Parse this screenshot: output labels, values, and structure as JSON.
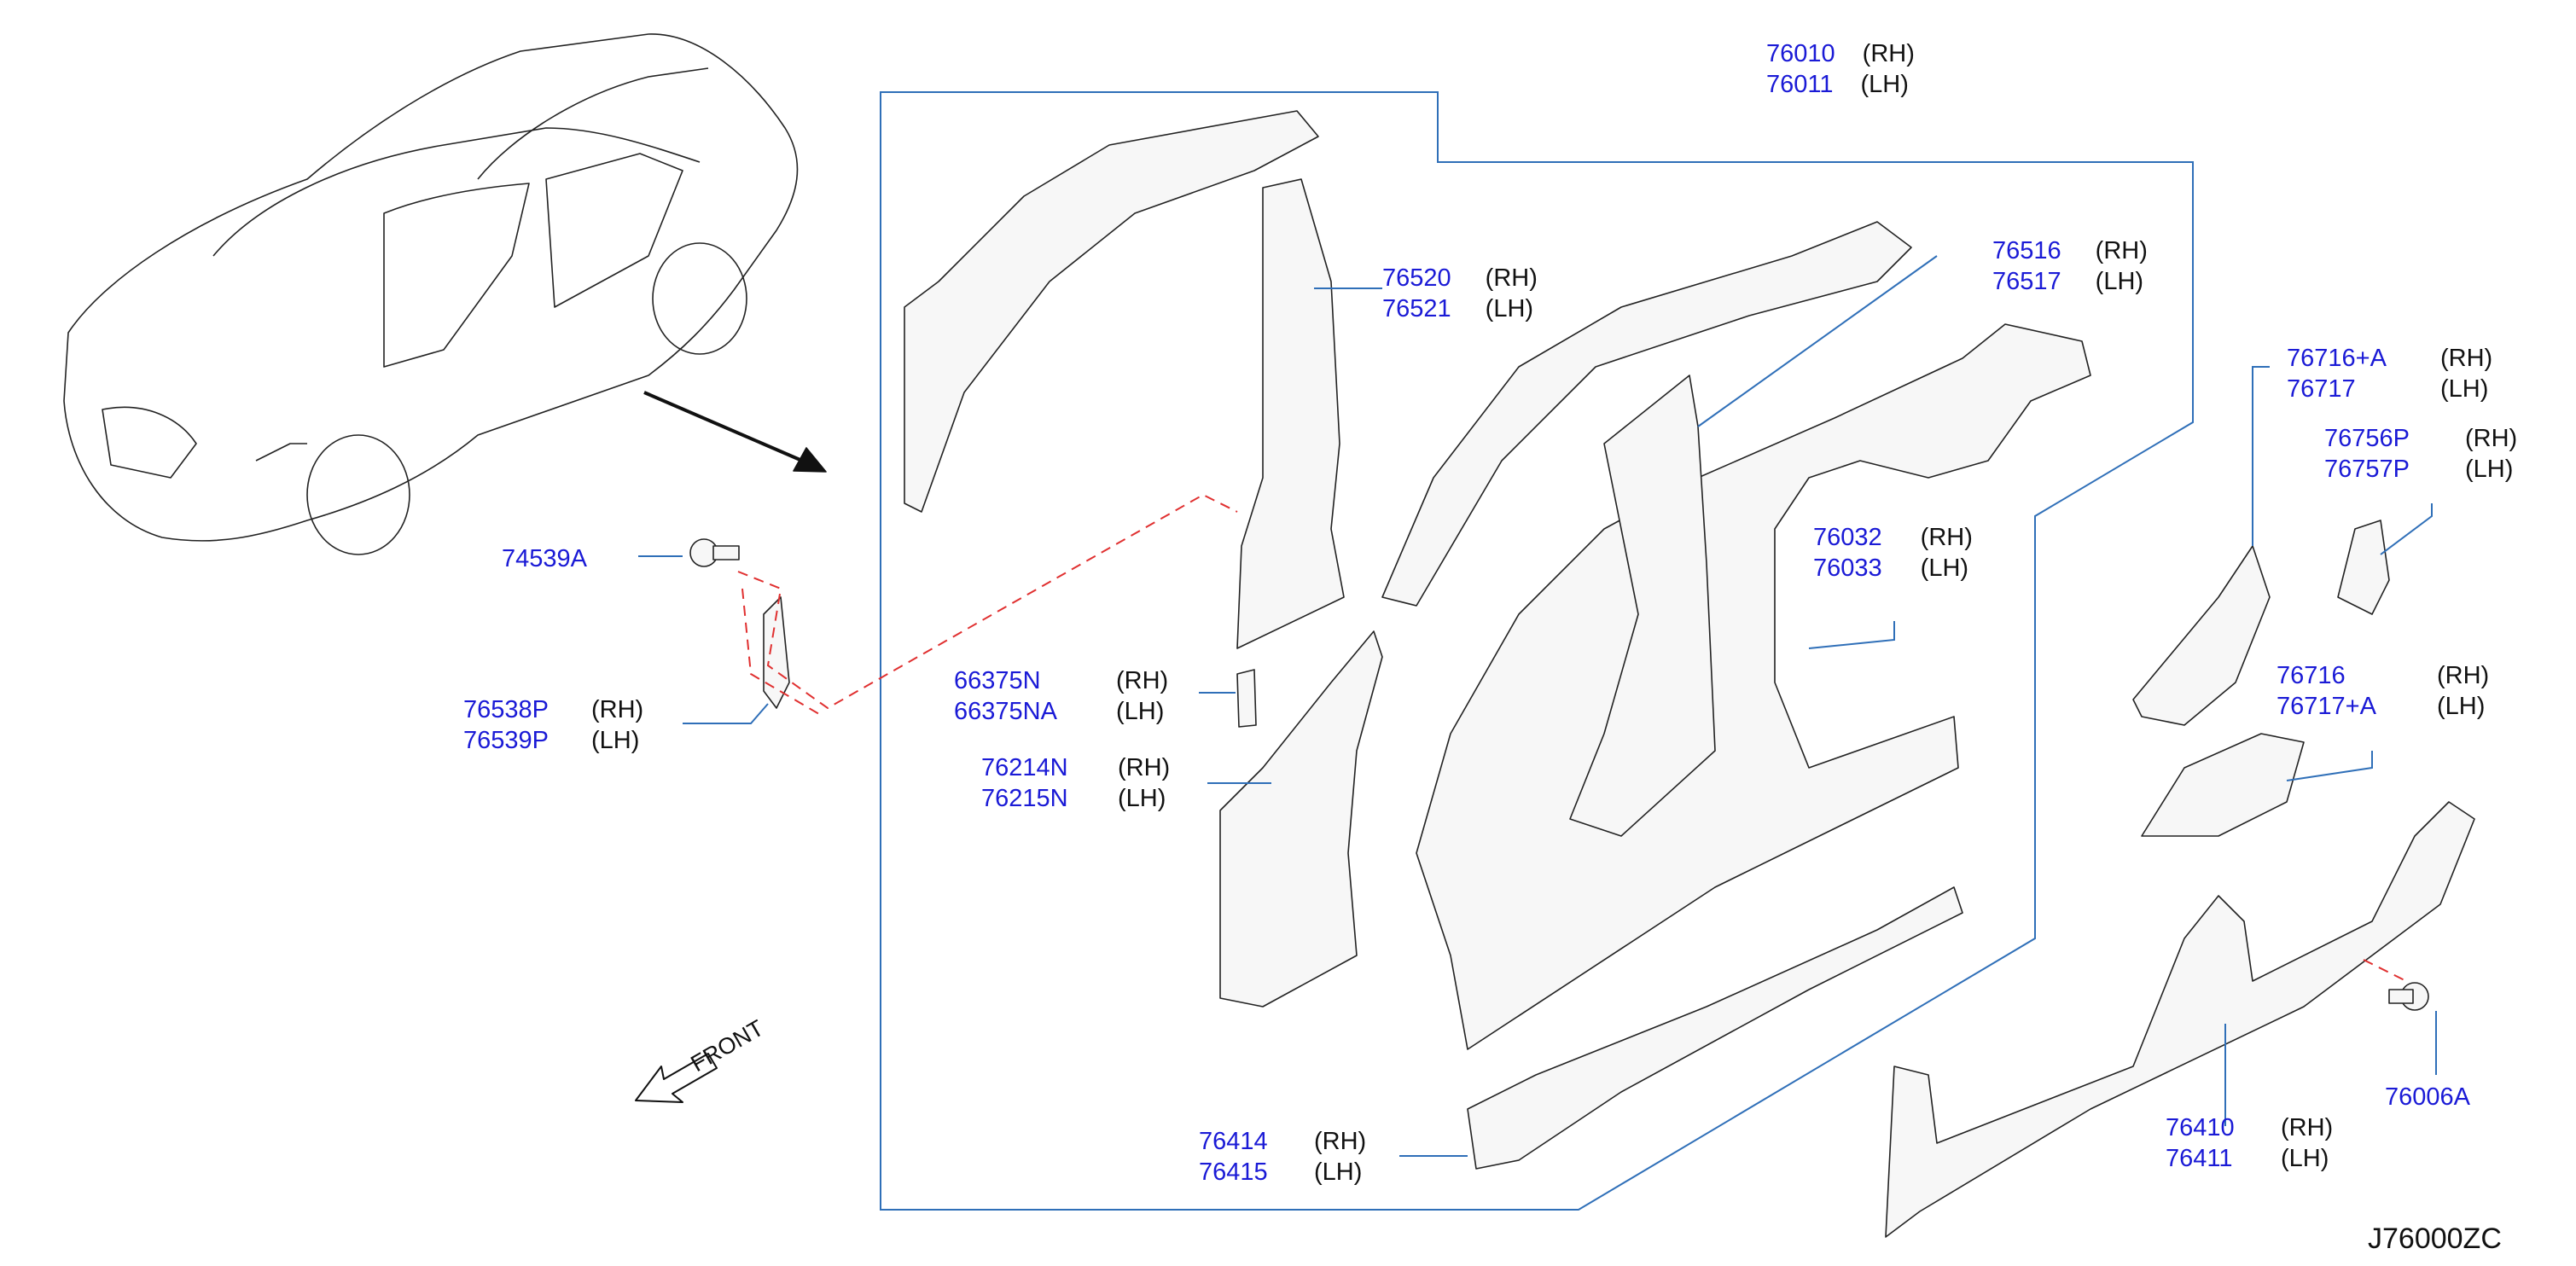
{
  "diagram_id": "J76000ZC",
  "front_label": "FRONT",
  "callouts": [
    {
      "pn": [
        "76010",
        "76011"
      ],
      "side": [
        "(RH)",
        "(LH)"
      ]
    },
    {
      "pn": [
        "76520",
        "76521"
      ],
      "side": [
        "(RH)",
        "(LH)"
      ]
    },
    {
      "pn": [
        "76516",
        "76517"
      ],
      "side": [
        "(RH)",
        "(LH)"
      ]
    },
    {
      "pn": [
        "74539A"
      ],
      "side": []
    },
    {
      "pn": [
        "76538P",
        "76539P"
      ],
      "side": [
        "(RH)",
        "(LH)"
      ]
    },
    {
      "pn": [
        "66375N",
        "66375NA"
      ],
      "side": [
        "(RH)",
        "(LH)"
      ]
    },
    {
      "pn": [
        "76214N",
        "76215N"
      ],
      "side": [
        "(RH)",
        "(LH)"
      ]
    },
    {
      "pn": [
        "76032",
        "76033"
      ],
      "side": [
        "(RH)",
        "(LH)"
      ]
    },
    {
      "pn": [
        "76716+A",
        "76717"
      ],
      "side": [
        "(RH)",
        "(LH)"
      ]
    },
    {
      "pn": [
        "76756P",
        "76757P"
      ],
      "side": [
        "(RH)",
        "(LH)"
      ]
    },
    {
      "pn": [
        "76716",
        "76717+A"
      ],
      "side": [
        "(RH)",
        "(LH)"
      ]
    },
    {
      "pn": [
        "76414",
        "76415"
      ],
      "side": [
        "(RH)",
        "(LH)"
      ]
    },
    {
      "pn": [
        "76410",
        "76411"
      ],
      "side": [
        "(RH)",
        "(LH)"
      ]
    },
    {
      "pn": [
        "76006A"
      ],
      "side": []
    }
  ],
  "colors": {
    "part_number": "#1a1ad6",
    "leader": "#2f6fb8",
    "dashed": "#e03030",
    "ink": "#111111"
  }
}
